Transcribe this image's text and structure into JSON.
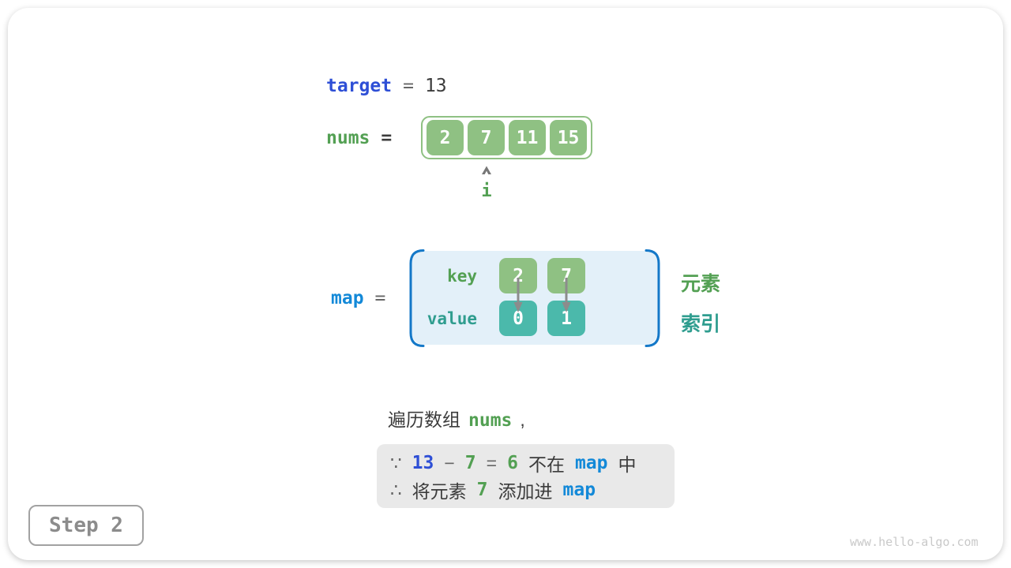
{
  "target_row": {
    "label": "target",
    "eq": "=",
    "value": "13"
  },
  "nums_row": {
    "label": "nums",
    "eq": "=",
    "cells": [
      "2",
      "7",
      "11",
      "15"
    ],
    "pointer_label": "i"
  },
  "map_row": {
    "label": "map",
    "eq": "=",
    "key_label": "key",
    "value_label": "value",
    "keys": [
      "2",
      "7"
    ],
    "values": [
      "0",
      "1"
    ],
    "element_label": "元素",
    "index_label": "索引"
  },
  "caption": {
    "pre": "遍历数组",
    "code": "nums",
    "post": ","
  },
  "note": {
    "line1": {
      "s0": "∵",
      "s1": "13",
      "s2": "−",
      "s3": "7",
      "s4": "=",
      "s5": "6",
      "s6": "不在",
      "s7": "map",
      "s8": "中"
    },
    "line2": {
      "s0": "∴",
      "s1": "将元素",
      "s2": "7",
      "s3": "添加进",
      "s4": "map"
    }
  },
  "footer": {
    "step_label": "Step 2",
    "watermark": "www.hello-algo.com"
  },
  "colors": {
    "accent_indigo": "#2E4FD6",
    "accent_azure": "#1389D8",
    "accent_green": "#53A053",
    "accent_teal": "#2F9D8F",
    "box_green": "#8FC183",
    "box_teal": "#4BB9AB",
    "map_bg": "#E3F0F9",
    "bracket_blue": "#1478C8",
    "note_bg": "#E9E9E9"
  },
  "icons": {
    "pointer": "caret-up-icon",
    "map_link": "arrow-down-icon",
    "map_left": "bracket-left-icon",
    "map_right": "bracket-right-icon"
  }
}
